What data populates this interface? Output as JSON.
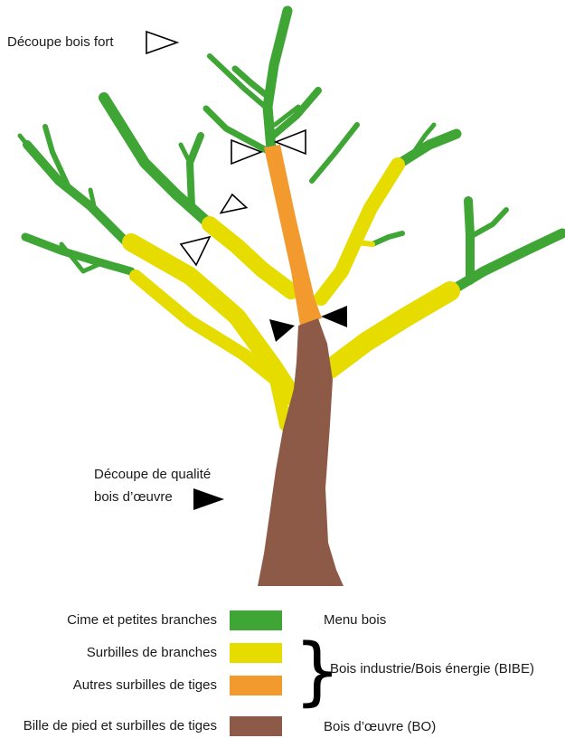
{
  "annotations": {
    "decoupe_bois_fort": "Découpe bois fort",
    "decoupe_qualite_line1": "Découpe de qualité",
    "decoupe_qualite_line2": "bois d’œuvre"
  },
  "legend": {
    "items": [
      {
        "label": "Cime et petites branches",
        "color": "#3fa535"
      },
      {
        "label": "Surbilles de branches",
        "color": "#e6dc00"
      },
      {
        "label": "Autres surbilles de tiges",
        "color": "#f29a2e"
      },
      {
        "label": "Bille de pied et surbilles de tiges",
        "color": "#8e5a48"
      }
    ],
    "categories": {
      "menu_bois": "Menu bois",
      "bibe": "Bois industrie/Bois énergie (BIBE)",
      "bo": "Bois d’œuvre (BO)"
    },
    "brace": "}"
  },
  "colors": {
    "green": "#3fa535",
    "yellow": "#e6dc00",
    "orange": "#f29a2e",
    "brown": "#8e5a48",
    "marker_black": "#000000"
  }
}
